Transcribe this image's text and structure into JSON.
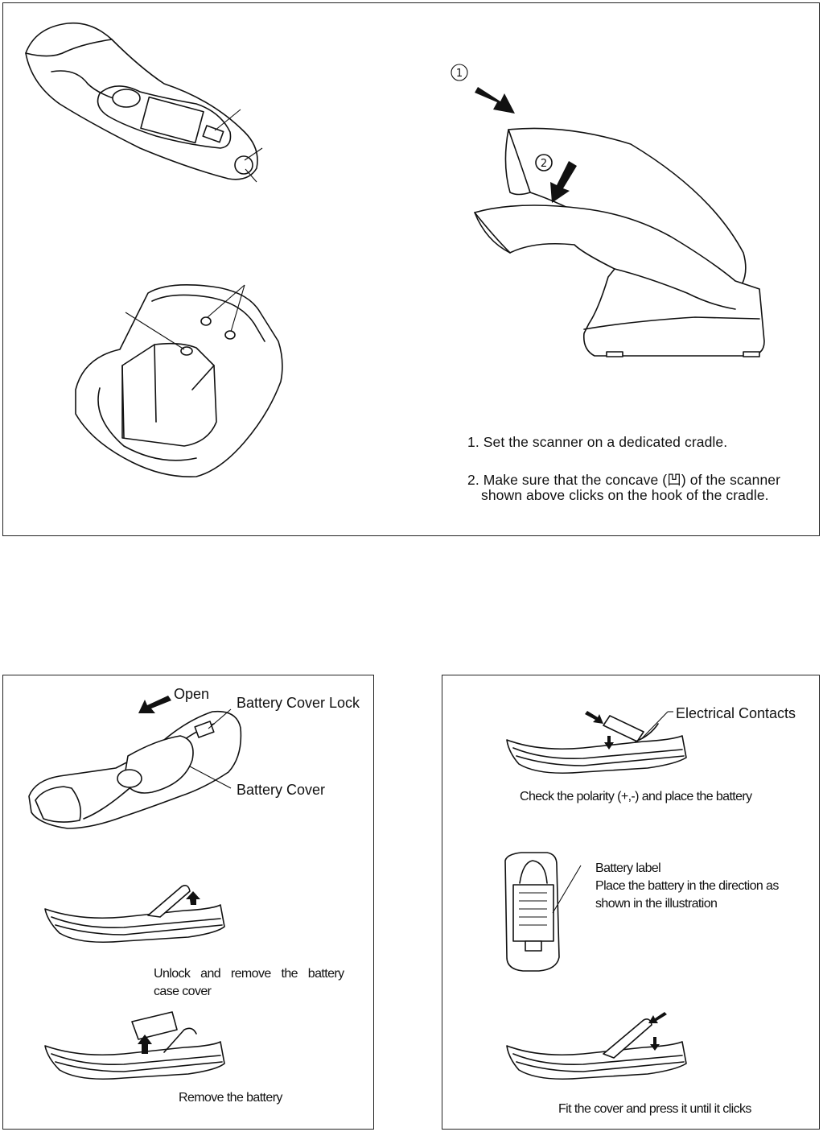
{
  "top_section": {
    "step_markers": [
      "①",
      "②"
    ],
    "instructions": {
      "step1": "1. Set the scanner on a dedicated cradle.",
      "step2_line1": "2. Make sure that the concave (",
      "step2_symbol": "凹",
      "step2_line1_end": ") of the scanner",
      "step2_line2": "shown above clicks on the hook of the cradle."
    }
  },
  "battery_removal": {
    "open_label": "Open",
    "lock_label": "Battery Cover Lock",
    "cover_label": "Battery Cover",
    "unlock_line1": "Unlock and remove the battery",
    "unlock_line2": "case cover",
    "remove_label": "Remove the battery"
  },
  "battery_install": {
    "contacts_label": "Electrical Contacts",
    "polarity_label": "Check the polarity (+,-) and place the battery",
    "label_title": "Battery label",
    "label_line1": "Place the battery in the direction as",
    "label_line2": "shown in the illustration",
    "fit_label": "Fit the cover and press it until it clicks"
  }
}
